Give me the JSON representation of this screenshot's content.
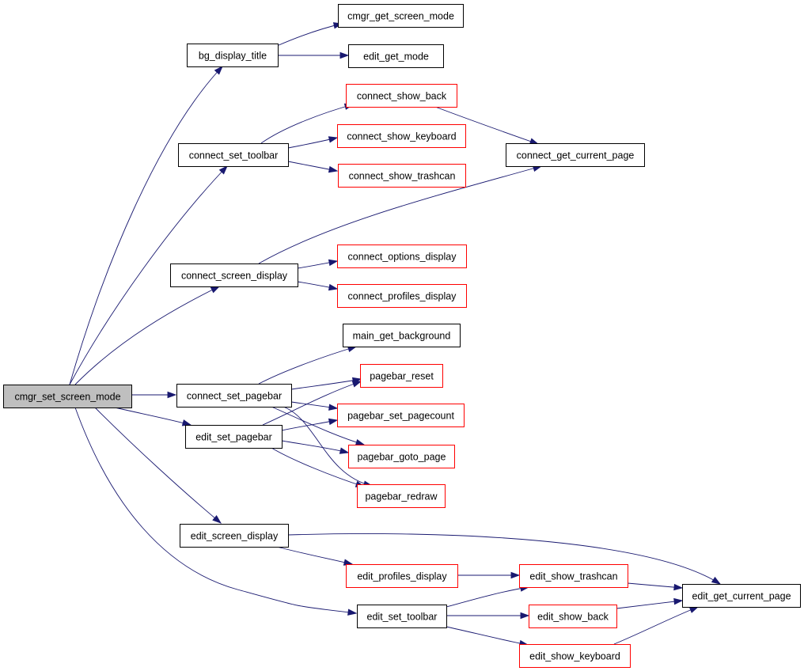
{
  "colors": {
    "edge": "#191970",
    "border_normal": "#000000",
    "border_incomplete": "#ff0000",
    "root_fill": "#bfbfbf",
    "fill": "#ffffff"
  },
  "nodes": [
    {
      "id": "cmgr_set_screen_mode",
      "label": "cmgr_set_screen_mode",
      "style": "root"
    },
    {
      "id": "bg_display_title",
      "label": "bg_display_title",
      "style": "normal"
    },
    {
      "id": "cmgr_get_screen_mode",
      "label": "cmgr_get_screen_mode",
      "style": "normal"
    },
    {
      "id": "edit_get_mode",
      "label": "edit_get_mode",
      "style": "normal"
    },
    {
      "id": "connect_set_toolbar",
      "label": "connect_set_toolbar",
      "style": "normal"
    },
    {
      "id": "connect_show_back",
      "label": "connect_show_back",
      "style": "incomplete"
    },
    {
      "id": "connect_show_keyboard",
      "label": "connect_show_keyboard",
      "style": "incomplete"
    },
    {
      "id": "connect_show_trashcan",
      "label": "connect_show_trashcan",
      "style": "incomplete"
    },
    {
      "id": "connect_get_current_page",
      "label": "connect_get_current_page",
      "style": "normal"
    },
    {
      "id": "connect_screen_display",
      "label": "connect_screen_display",
      "style": "normal"
    },
    {
      "id": "connect_options_display",
      "label": "connect_options_display",
      "style": "incomplete"
    },
    {
      "id": "connect_profiles_display",
      "label": "connect_profiles_display",
      "style": "incomplete"
    },
    {
      "id": "main_get_background",
      "label": "main_get_background",
      "style": "normal"
    },
    {
      "id": "connect_set_pagebar",
      "label": "connect_set_pagebar",
      "style": "normal"
    },
    {
      "id": "pagebar_reset",
      "label": "pagebar_reset",
      "style": "incomplete"
    },
    {
      "id": "pagebar_set_pagecount",
      "label": "pagebar_set_pagecount",
      "style": "incomplete"
    },
    {
      "id": "edit_set_pagebar",
      "label": "edit_set_pagebar",
      "style": "normal"
    },
    {
      "id": "pagebar_goto_page",
      "label": "pagebar_goto_page",
      "style": "incomplete"
    },
    {
      "id": "pagebar_redraw",
      "label": "pagebar_redraw",
      "style": "incomplete"
    },
    {
      "id": "edit_screen_display",
      "label": "edit_screen_display",
      "style": "normal"
    },
    {
      "id": "edit_profiles_display",
      "label": "edit_profiles_display",
      "style": "incomplete"
    },
    {
      "id": "edit_show_trashcan",
      "label": "edit_show_trashcan",
      "style": "incomplete"
    },
    {
      "id": "edit_get_current_page",
      "label": "edit_get_current_page",
      "style": "normal"
    },
    {
      "id": "edit_set_toolbar",
      "label": "edit_set_toolbar",
      "style": "normal"
    },
    {
      "id": "edit_show_back",
      "label": "edit_show_back",
      "style": "incomplete"
    },
    {
      "id": "edit_show_keyboard",
      "label": "edit_show_keyboard",
      "style": "incomplete"
    }
  ],
  "edges": [
    {
      "from": "cmgr_set_screen_mode",
      "to": "bg_display_title"
    },
    {
      "from": "cmgr_set_screen_mode",
      "to": "connect_set_toolbar"
    },
    {
      "from": "cmgr_set_screen_mode",
      "to": "connect_screen_display"
    },
    {
      "from": "cmgr_set_screen_mode",
      "to": "connect_set_pagebar"
    },
    {
      "from": "cmgr_set_screen_mode",
      "to": "edit_set_pagebar"
    },
    {
      "from": "cmgr_set_screen_mode",
      "to": "edit_screen_display"
    },
    {
      "from": "cmgr_set_screen_mode",
      "to": "edit_set_toolbar"
    },
    {
      "from": "bg_display_title",
      "to": "cmgr_get_screen_mode"
    },
    {
      "from": "bg_display_title",
      "to": "edit_get_mode"
    },
    {
      "from": "connect_set_toolbar",
      "to": "connect_show_back"
    },
    {
      "from": "connect_set_toolbar",
      "to": "connect_show_keyboard"
    },
    {
      "from": "connect_set_toolbar",
      "to": "connect_show_trashcan"
    },
    {
      "from": "connect_show_back",
      "to": "connect_get_current_page"
    },
    {
      "from": "connect_screen_display",
      "to": "connect_get_current_page"
    },
    {
      "from": "connect_screen_display",
      "to": "connect_options_display"
    },
    {
      "from": "connect_screen_display",
      "to": "connect_profiles_display"
    },
    {
      "from": "connect_set_pagebar",
      "to": "main_get_background"
    },
    {
      "from": "connect_set_pagebar",
      "to": "pagebar_reset"
    },
    {
      "from": "connect_set_pagebar",
      "to": "pagebar_set_pagecount"
    },
    {
      "from": "connect_set_pagebar",
      "to": "pagebar_goto_page"
    },
    {
      "from": "connect_set_pagebar",
      "to": "pagebar_redraw"
    },
    {
      "from": "edit_set_pagebar",
      "to": "pagebar_reset"
    },
    {
      "from": "edit_set_pagebar",
      "to": "pagebar_set_pagecount"
    },
    {
      "from": "edit_set_pagebar",
      "to": "pagebar_goto_page"
    },
    {
      "from": "edit_set_pagebar",
      "to": "pagebar_redraw"
    },
    {
      "from": "edit_screen_display",
      "to": "edit_profiles_display"
    },
    {
      "from": "edit_screen_display",
      "to": "edit_get_current_page"
    },
    {
      "from": "edit_profiles_display",
      "to": "edit_show_trashcan"
    },
    {
      "from": "edit_show_trashcan",
      "to": "edit_get_current_page"
    },
    {
      "from": "edit_set_toolbar",
      "to": "edit_show_trashcan"
    },
    {
      "from": "edit_set_toolbar",
      "to": "edit_show_back"
    },
    {
      "from": "edit_set_toolbar",
      "to": "edit_show_keyboard"
    },
    {
      "from": "edit_show_back",
      "to": "edit_get_current_page"
    },
    {
      "from": "edit_show_keyboard",
      "to": "edit_get_current_page"
    }
  ]
}
